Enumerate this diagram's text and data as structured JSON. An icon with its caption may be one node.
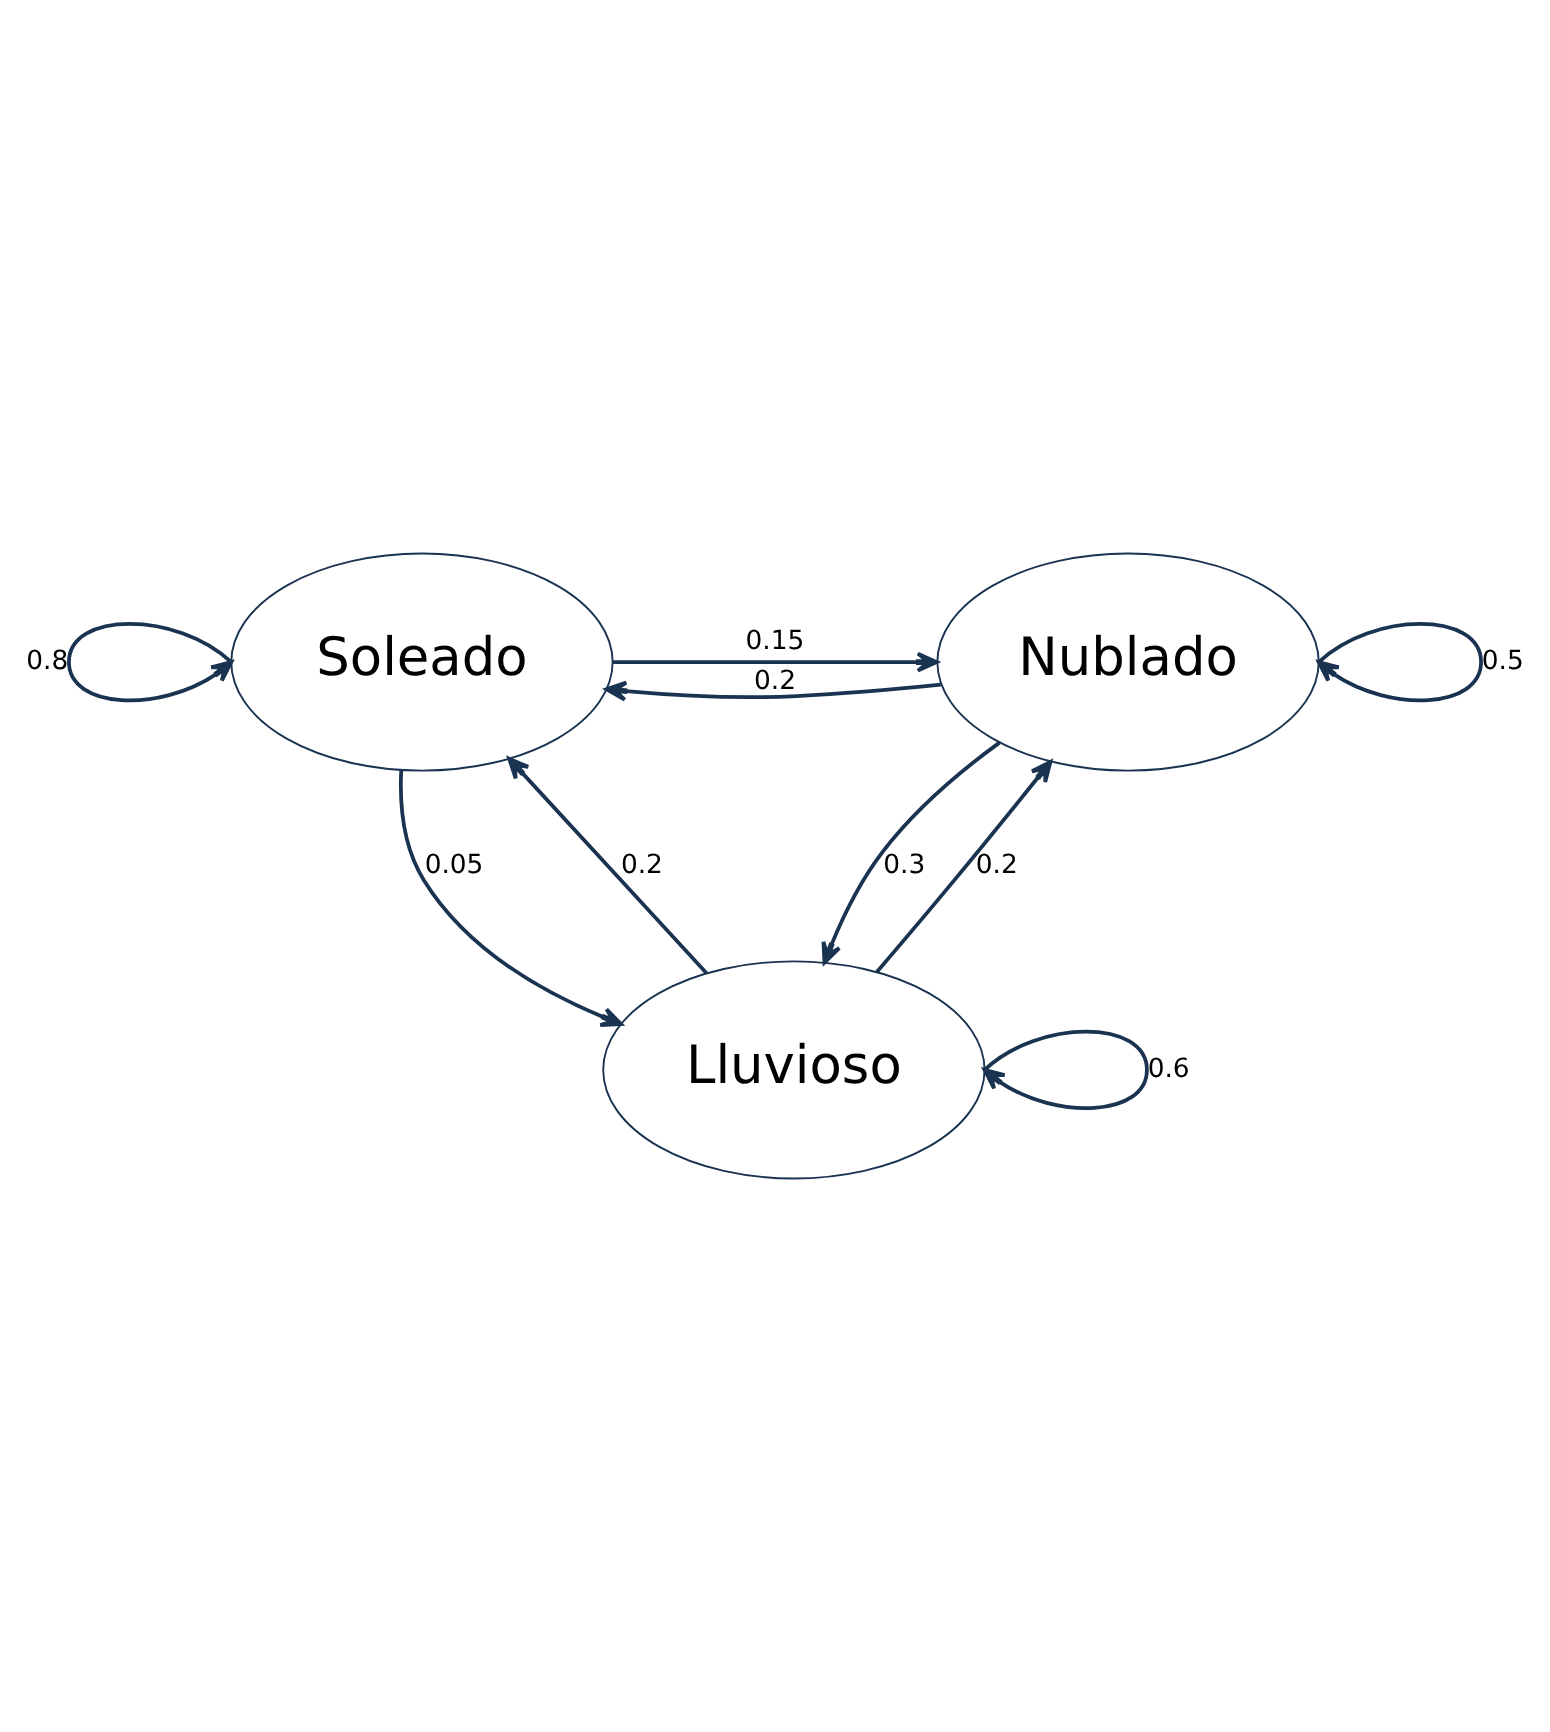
{
  "diagram": {
    "nodes": [
      {
        "text": [
          "Soleado"
        ]
      },
      {
        "text": [
          "Nublado"
        ]
      },
      {
        "text": [
          "Lluvioso"
        ]
      }
    ],
    "edges": [
      {
        "from": 0,
        "to": 0,
        "arrow": "to",
        "label": "0.8"
      },
      {
        "from": 1,
        "to": 1,
        "arrow": "to",
        "label": "0.5"
      },
      {
        "from": 0,
        "to": 1,
        "arrow": "to",
        "label": "0.15"
      },
      {
        "from": 1,
        "to": 0,
        "arrow": "to",
        "label": "0.2"
      },
      {
        "from": 0,
        "to": 2,
        "arrow": "to",
        "label": "0.05"
      },
      {
        "from": 2,
        "to": 0,
        "arrow": "to",
        "label": "0.2"
      },
      {
        "from": 1,
        "to": 2,
        "arrow": "to",
        "label": "0.3"
      },
      {
        "from": 2,
        "to": 1,
        "arrow": "to",
        "label": "0.2"
      },
      {
        "from": 2,
        "to": 2,
        "arrow": "to",
        "label": "0.6"
      }
    ]
  }
}
